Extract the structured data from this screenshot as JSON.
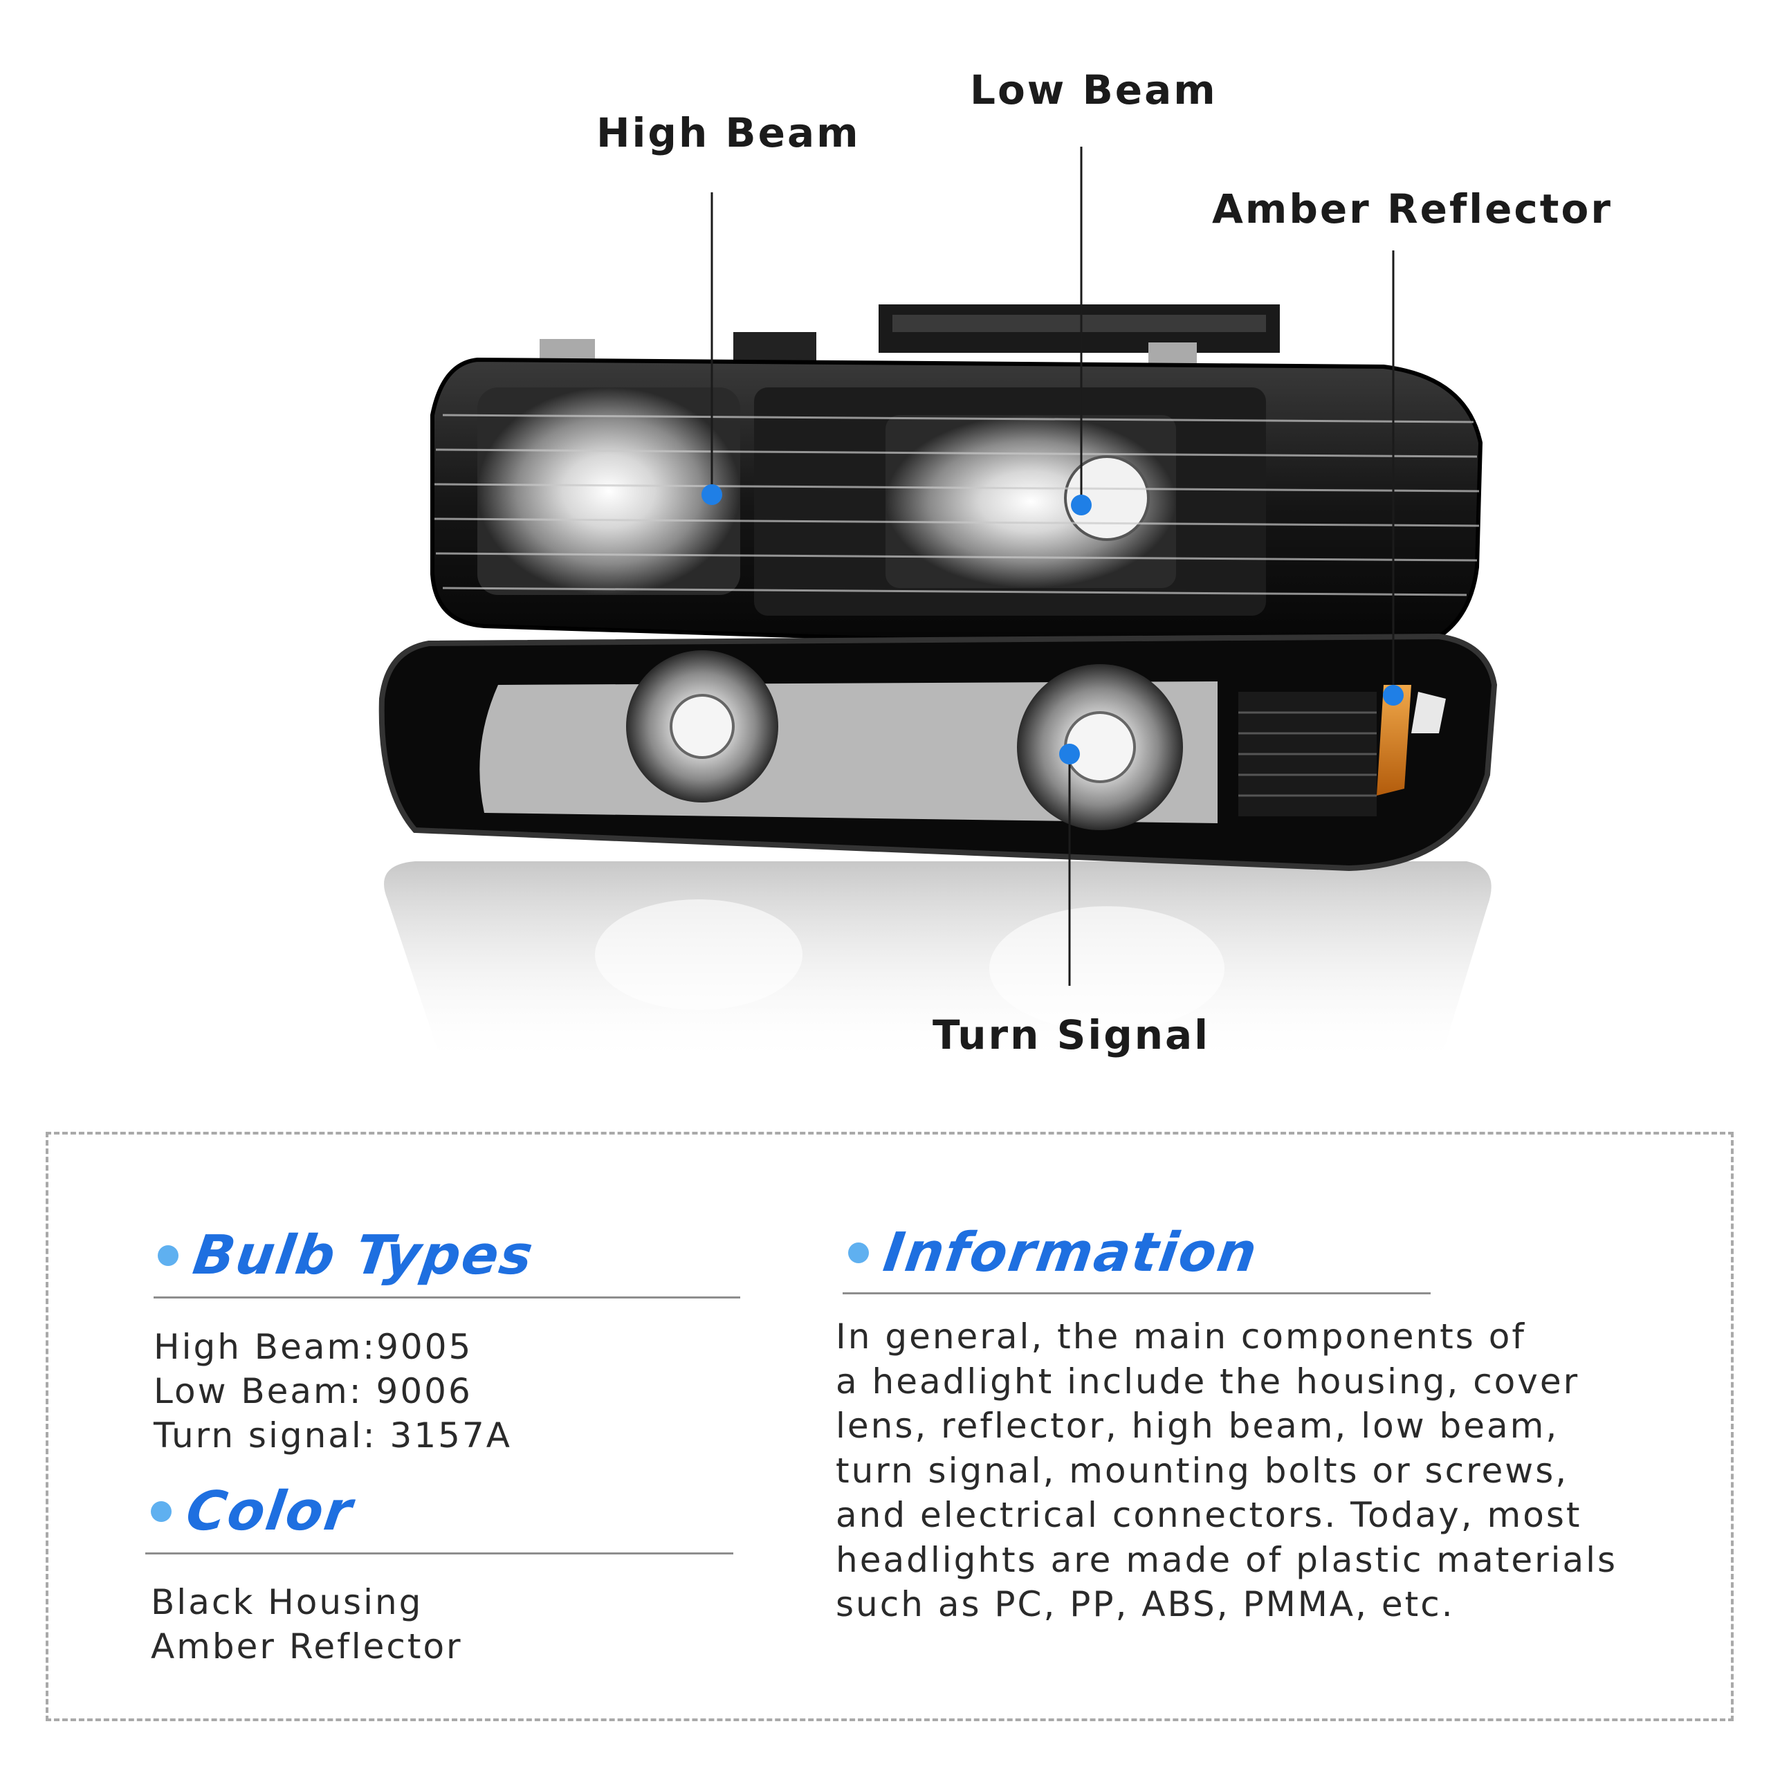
{
  "callouts": {
    "high_beam": "High Beam",
    "low_beam": "Low Beam",
    "amber_reflector": "Amber Reflector",
    "turn_signal": "Turn Signal"
  },
  "colors": {
    "marker_blue": "#1f7fe6",
    "heading_blue": "#1e6fe0",
    "housing_black": "#0d0d0d",
    "amber": "#d9861a"
  },
  "bulb_types": {
    "heading": "Bulb Types",
    "lines": [
      "High Beam:9005",
      "Low Beam: 9006",
      "Turn signal: 3157A"
    ]
  },
  "color_section": {
    "heading": "Color",
    "lines": [
      "Black Housing",
      "Amber Reflector"
    ]
  },
  "information": {
    "heading": "Information",
    "lines": [
      "In general, the main components of",
      "a headlight include the housing, cover",
      "lens, reflector, high beam, low beam,",
      "turn signal, mounting bolts or screws,",
      "and electrical connectors. Today, most",
      "headlights are made of plastic materials",
      "such as PC, PP, ABS, PMMA, etc."
    ]
  }
}
